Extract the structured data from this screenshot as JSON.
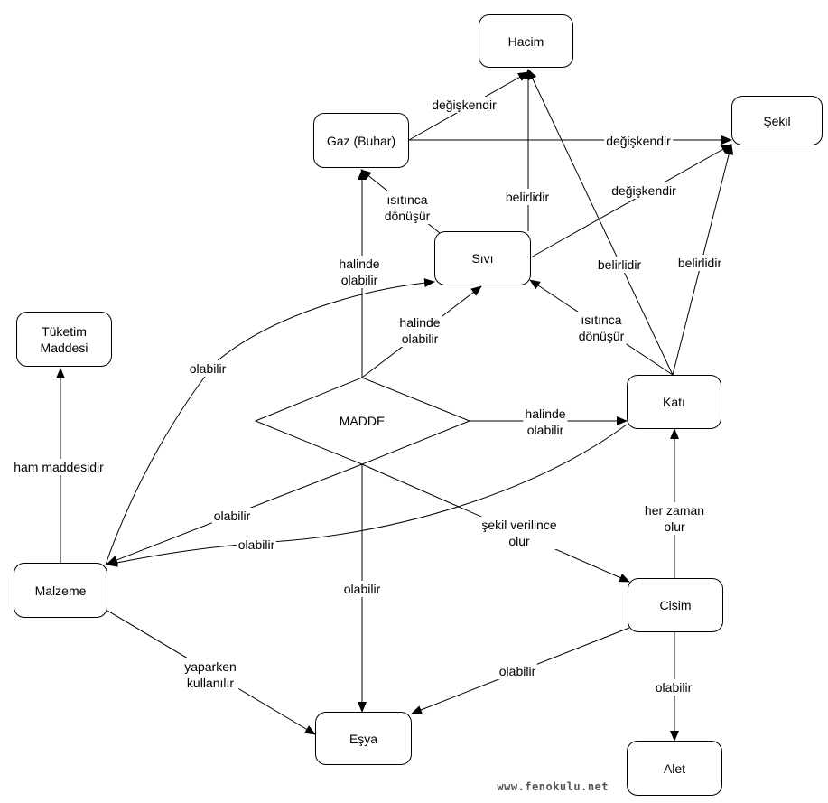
{
  "nodes": {
    "hacim": "Hacim",
    "sekil": "Şekil",
    "gaz": "Gaz (Buhar)",
    "sivi": "Sıvı",
    "katı": "Katı",
    "tuketim": "Tüketim\nMaddesi",
    "madde": "MADDE",
    "malzeme": "Malzeme",
    "cisim": "Cisim",
    "esya": "Eşya",
    "alet": "Alet"
  },
  "edges": {
    "gaz_hacim": "değişkendir",
    "gaz_sekil": "değişkendir",
    "sivi_sekil": "değişkendir",
    "sivi_hacim": "belirlidir",
    "kati_hacim": "belirlidir",
    "kati_sekil": "belirlidir",
    "sivi_gaz": "ısıtınca\ndönüşür",
    "kati_sivi": "ısıtınca\ndönüşür",
    "madde_gaz": "halinde\nolabilir",
    "madde_sivi": "halinde\nolabilir",
    "madde_kati": "halinde\nolabilir",
    "malzeme_sivi": "olabilir",
    "madde_malzeme": "olabilir",
    "kati_malzeme": "olabilir",
    "madde_esya": "olabilir",
    "madde_cisim": "şekil verilince\nolur",
    "cisim_kati": "her zaman\nolur",
    "cisim_esya": "olabilir",
    "cisim_alet": "olabilir",
    "malzeme_tuketim": "ham maddesidir",
    "malzeme_esya": "yaparken\nkullanılır"
  },
  "footer": "www.fenokulu.net"
}
